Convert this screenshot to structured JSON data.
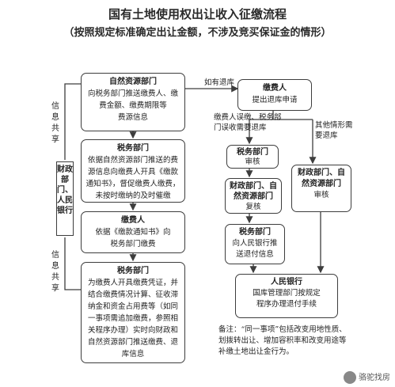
{
  "title": "国有土地使用权出让收入征缴流程",
  "subtitle": "（按照规定标准确定出让金额，不涉及竞买保证金的情形）",
  "left_flow": {
    "box1": {
      "heading": "自然资源部门",
      "lines": [
        "向税务部门推送缴费人、缴",
        "费金额、缴费期限等",
        "费源信息"
      ]
    },
    "box2": {
      "heading": "税务部门",
      "lines": [
        "依据自然资源部门推送的费",
        "源信息向缴费人开具《缴款",
        "通知书》，督促缴费人缴费，",
        "未按时缴纳的及时催缴"
      ]
    },
    "box3": {
      "heading": "缴费人",
      "lines": [
        "依据《缴款通知书》向",
        "税务部门缴费"
      ]
    },
    "box4": {
      "heading": "税务部门",
      "lines": [
        "为缴费人开具缴费凭证，并",
        "结合缴费情况计算、征收滞",
        "纳金和资金占用费等（如同",
        "一事项需追加缴费，参照相",
        "关程序办理）实时向财政和",
        "自然资源部门推送缴费、退",
        "库信息"
      ]
    }
  },
  "side": {
    "share_top": "信息共享",
    "share_bottom": "信息共享",
    "agencies": "财政部门、人民银行"
  },
  "right_flow": {
    "if_refund": "如有退库",
    "box_payer": {
      "heading": "缴费人",
      "lines": [
        "提出退库申请"
      ]
    },
    "branch_label_left": "缴费人误缴、税务部门误收需要退库",
    "branch_label_right": "其他情形需要退库",
    "box_tax_review": {
      "heading": "税务部门",
      "lines": [
        "审核"
      ]
    },
    "box_fin_recheck": {
      "heading": "财政部门、自然资源部门",
      "lines": [
        "复核"
      ]
    },
    "box_tax_push": {
      "heading": "税务部门",
      "lines": [
        "向人民银行推",
        "送退付信息"
      ]
    },
    "box_fin_review": {
      "heading": "财政部门、自然资源部门",
      "lines": [
        "审核"
      ]
    },
    "box_bank": {
      "heading": "人民银行",
      "lines": [
        "国库管理部门按规定",
        "程序办理退付手续"
      ]
    }
  },
  "note": [
    "备注：“同一事项”包括改变用地性质、",
    "划拨转出让、增加容积率和改变用途等",
    "补缴土地出让金行为。"
  ],
  "watermark": "骆驼找房"
}
